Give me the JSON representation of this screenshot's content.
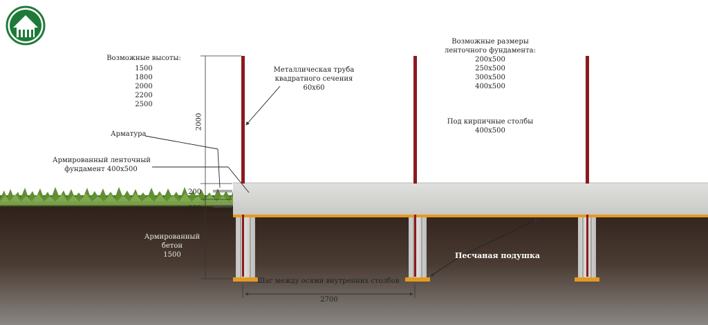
{
  "heights": {
    "title": "Возможные высоты:",
    "values": [
      "1500",
      "1800",
      "2000",
      "2200",
      "2500"
    ]
  },
  "pipe": {
    "line1": "Металлическая труба",
    "line2": "квадратного сечения",
    "line3": "60x60"
  },
  "sizes": {
    "title1": "Возможные размеры",
    "title2": "ленточного фундамента:",
    "values": [
      "200x500",
      "250x500",
      "300x500",
      "400x500"
    ]
  },
  "brick": {
    "line1": "Под кирпичные столбы",
    "line2": "400x500"
  },
  "rebar": "Арматура",
  "strip": {
    "line1": "Армированный ленточный",
    "line2": "фундамент 400x500"
  },
  "concrete": {
    "line1": "Армированный",
    "line2": "бетон",
    "line3": "1500"
  },
  "sand": "Песчаная подушка",
  "spacing": {
    "label": "Шаг между осями внутренних столбов",
    "value": "2700"
  },
  "dims": {
    "d2000": "2000",
    "d200": "200",
    "d300": "300"
  },
  "colors": {
    "post": "#8c1a1c",
    "strip": "#d6d6d4",
    "sand": "#e49a22",
    "soil": "#3a2a20",
    "grass": "#4f7d2c",
    "logo": "#1f7a3a"
  }
}
